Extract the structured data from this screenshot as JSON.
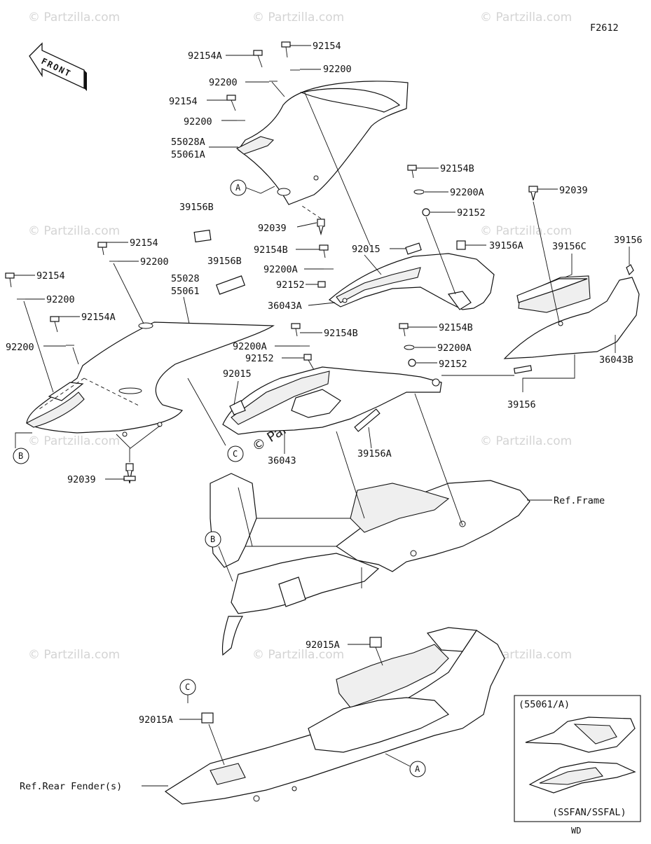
{
  "figure_code": "F2612",
  "front_label": "FRONT",
  "watermark": "© Partzilla.com",
  "ref_labels": {
    "frame": "Ref.Frame",
    "rear_fender": "Ref.Rear Fender(s)"
  },
  "callouts": [
    "A",
    "B",
    "C"
  ],
  "part_labels": {
    "p92154A_top": "92154A",
    "p92154_top": "92154",
    "p92200_top_left": "92200",
    "p92200_top_right": "92200",
    "p92154_cowl": "92154",
    "p92200_cowl": "92200",
    "p55028A": "55028A",
    "p55061A": "55061A",
    "p92039_cowl": "92039",
    "p39156B_a": "39156B",
    "p39156B_b": "39156B",
    "p92154_left": "92154",
    "p92200_left": "92200",
    "p92154_far": "92154",
    "p92200_far": "92200",
    "p92154A_left": "92154A",
    "p92200_side": "92200",
    "p55028": "55028",
    "p55061": "55061",
    "p92039_left": "92039",
    "p92154B_1": "92154B",
    "p92200A_1": "92200A",
    "p92152_1": "92152",
    "p92015_1": "92015",
    "p39156A_1": "39156A",
    "p92154B_2": "92154B",
    "p92200A_2": "92200A",
    "p92152_2": "92152",
    "p36043A": "36043A",
    "p92154B_3": "92154B",
    "p92200A_3": "92200A",
    "p92152_3": "92152",
    "p92015_2": "92015",
    "p36043": "36043",
    "p39156A_2": "39156A",
    "p92154B_4": "92154B",
    "p92200A_4": "92200A",
    "p92152_4": "92152",
    "p92039_right": "92039",
    "p39156C": "39156C",
    "p39156_1": "39156",
    "p36043B": "36043B",
    "p39156_2": "39156",
    "p92015A_1": "92015A",
    "p92015A_2": "92015A"
  },
  "inset": {
    "title": "(55061/A)",
    "footer": "(SSFAN/SSFAL)",
    "code": "WD"
  }
}
